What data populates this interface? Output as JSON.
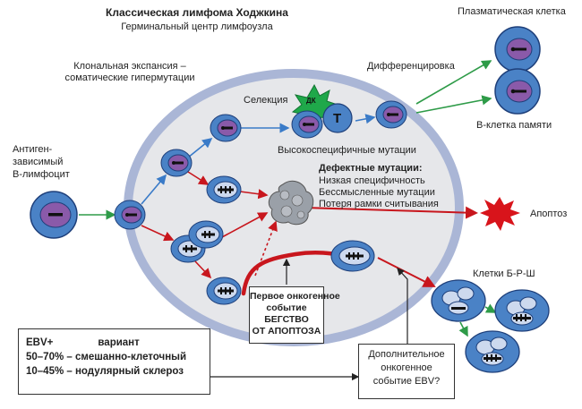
{
  "header": {
    "title": "Классическая лимфома Ходжкина",
    "subtitle": "Герминальный центр лимфоузла"
  },
  "labels": {
    "antigen_cell": [
      "Антиген-",
      "зависимый",
      "В-лимфоцит"
    ],
    "clonal": [
      "Клональная экспансия –",
      "соматические гипермутации"
    ],
    "selection": "Селекция",
    "dk": "ДК",
    "t": "Т",
    "high_specific": "Высокоспецифичные мутации",
    "differentiation": "Дифференцировка",
    "plasma": "Плазматическая клетка",
    "memory": "В-клетка памяти",
    "defective_title": "Дефектные мутации:",
    "defective_items": [
      "Низкая специфичность",
      "Бессмысленные мутации",
      "Потеря рамки считывания"
    ],
    "apoptosis": "Апоптоз",
    "rs_cells": "Клетки Б-Р-Ш",
    "first_event": [
      "Первое онкогенное",
      "событие",
      "БЕГСТВО",
      "ОТ АПОПТОЗА"
    ],
    "ebv_event": [
      "Дополнительное",
      "онкогенное",
      "событие EBV?"
    ],
    "ebv_box": {
      "line1_left": "EBV+",
      "line1_right": "вариант",
      "line2": "50–70% – смешанно-клеточный",
      "line3": "10–45% – нодулярный склероз"
    }
  },
  "colors": {
    "cell_body": "#4a82c6",
    "cell_outline": "#1e3f7a",
    "nucleus_purple": "#8a5aa9",
    "nucleus_light": "#cdd9ee",
    "germinal_fill": "#e6e7ea",
    "germinal_ring": "#aab6d6",
    "arrow_blue": "#3a7bc8",
    "arrow_red": "#c8161d",
    "arrow_green": "#2e9b48",
    "dk_green": "#1fa84a",
    "apoptosis_red": "#d8141b"
  }
}
